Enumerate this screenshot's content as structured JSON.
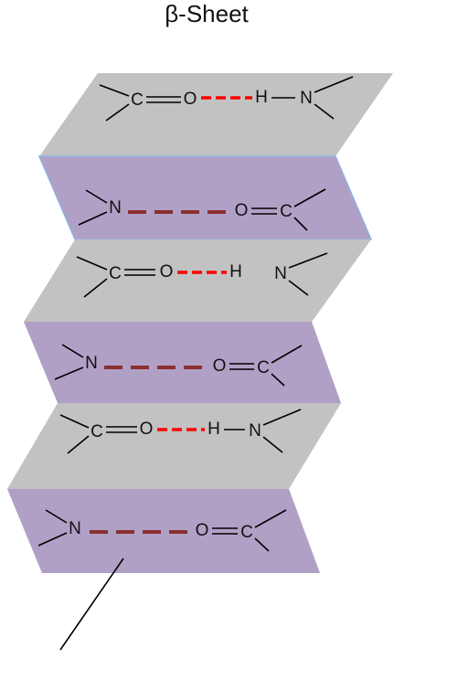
{
  "title": "β-Sheet",
  "colors": {
    "gray_strand": "#c2c2c2",
    "purple_strand": "#b0a0c6",
    "strand_edge": "#8fb1e3",
    "hbond_red": "#ff0000",
    "hbond_brown": "#8b2f2f",
    "bond_line": "#000000"
  },
  "strands": [
    {
      "kind": "gray",
      "left_group": {
        "c": "C",
        "o": "O"
      },
      "right_group": {
        "h": "H",
        "n": "N"
      },
      "h_connected": true
    },
    {
      "kind": "purple",
      "left_group": {
        "n": "N"
      },
      "right_group": {
        "o": "O",
        "c": "C"
      }
    },
    {
      "kind": "gray",
      "left_group": {
        "c": "C",
        "o": "O"
      },
      "right_group": {
        "h": "H",
        "n": "N"
      },
      "h_connected": false
    },
    {
      "kind": "purple",
      "left_group": {
        "n": "N"
      },
      "right_group": {
        "o": "O",
        "c": "C"
      }
    },
    {
      "kind": "gray",
      "left_group": {
        "c": "C",
        "o": "O"
      },
      "right_group": {
        "h": "H",
        "n": "N"
      },
      "h_connected": true
    },
    {
      "kind": "purple",
      "left_group": {
        "n": "N"
      },
      "right_group": {
        "o": "O",
        "c": "C"
      }
    }
  ]
}
